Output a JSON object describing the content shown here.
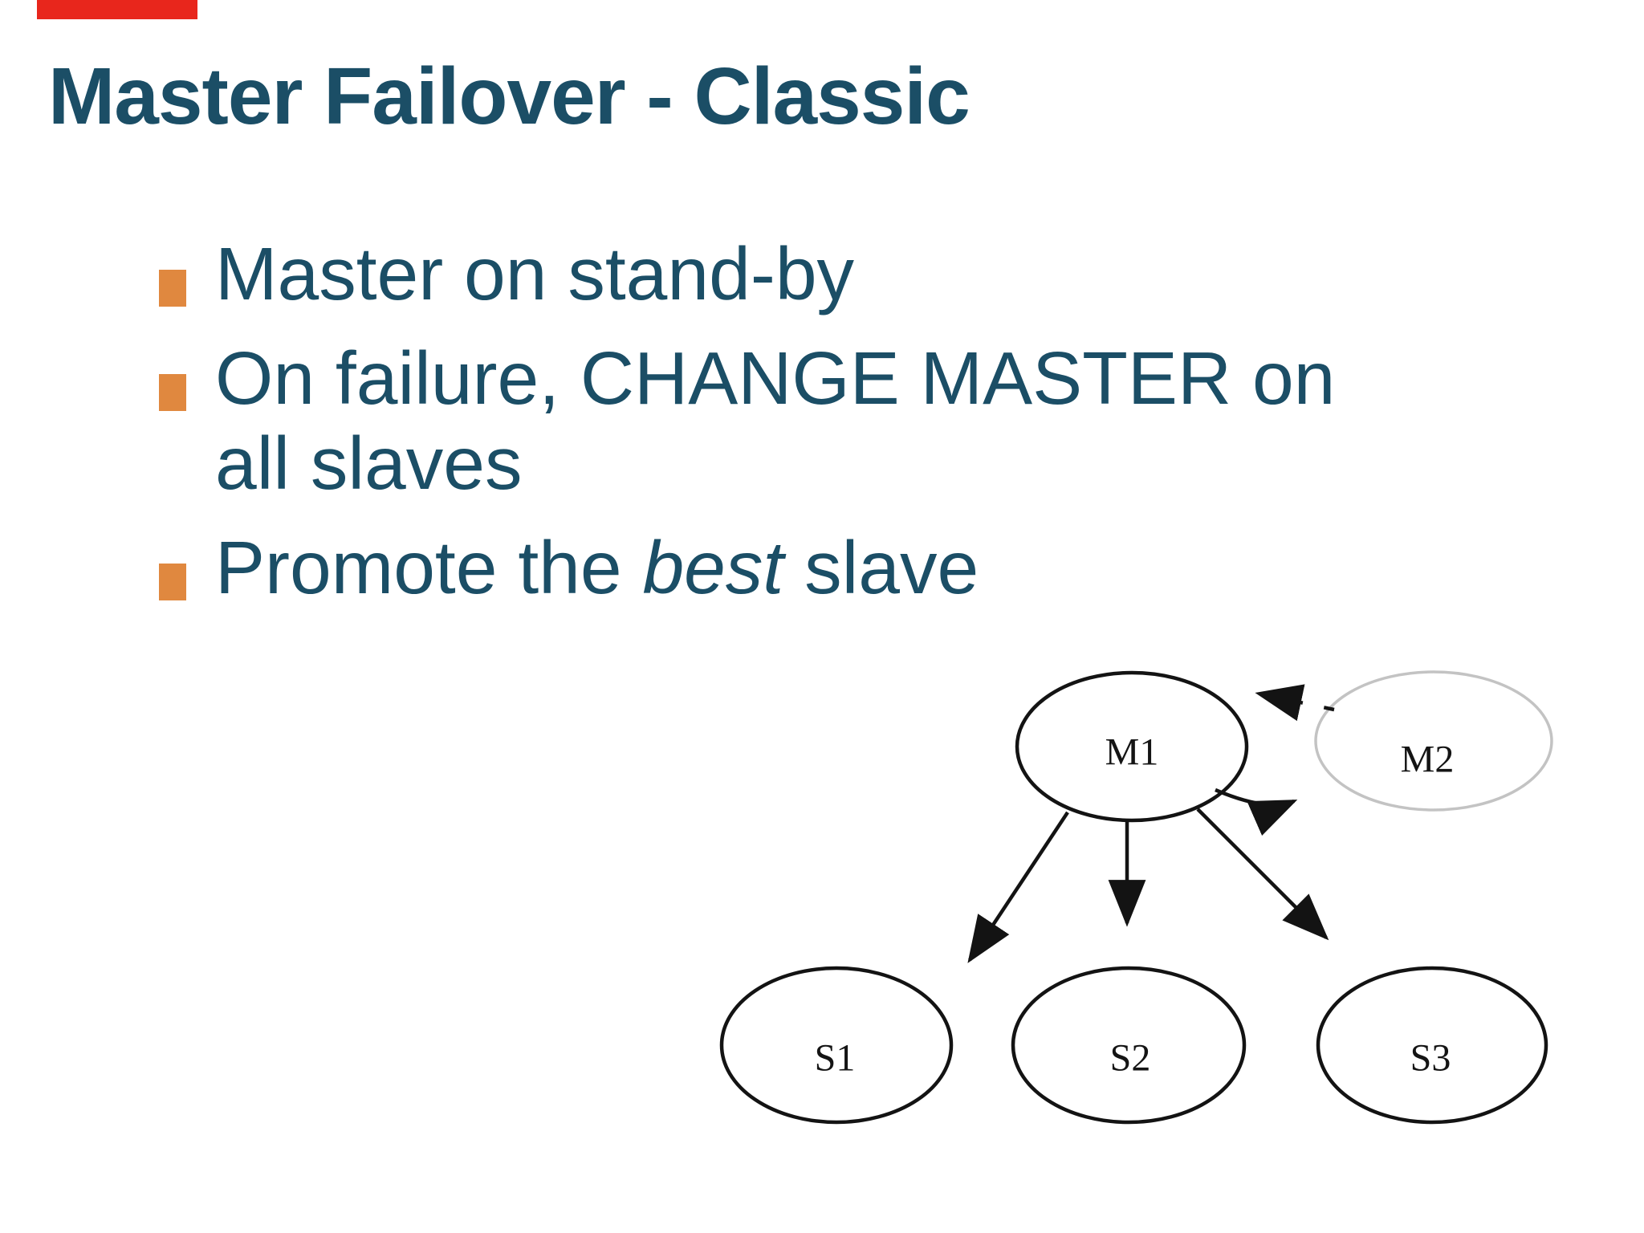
{
  "slide": {
    "title": "Master Failover - Classic",
    "bullets": [
      {
        "lines": [
          "Master on stand-by"
        ]
      },
      {
        "lines": [
          "On failure, CHANGE MASTER on",
          "all slaves"
        ]
      },
      {
        "pre": "Promote the ",
        "em": "best",
        "post": " slave"
      }
    ]
  },
  "diagram": {
    "nodes": [
      {
        "label": "M1"
      },
      {
        "label": "M2",
        "dimmed": true
      },
      {
        "label": "S1"
      },
      {
        "label": "S2"
      },
      {
        "label": "S3"
      }
    ],
    "edges": [
      {
        "from": "M1",
        "to": "S1",
        "style": "solid"
      },
      {
        "from": "M1",
        "to": "S2",
        "style": "solid"
      },
      {
        "from": "M1",
        "to": "S3",
        "style": "solid"
      },
      {
        "from": "M1",
        "to": "M2",
        "style": "solid",
        "curved": true
      },
      {
        "from": "M2",
        "to": "M1",
        "style": "dashed"
      }
    ]
  },
  "colors": {
    "background": "#ffffff",
    "title_text": "#1b4e66",
    "bullet_text": "#1b4e66",
    "bullet_marker": "#e0883f",
    "accent_bar": "#e8261c",
    "node_stroke": "#131313",
    "dimmed_node_stroke": "#c3c3c3",
    "node_label": "#141414"
  }
}
